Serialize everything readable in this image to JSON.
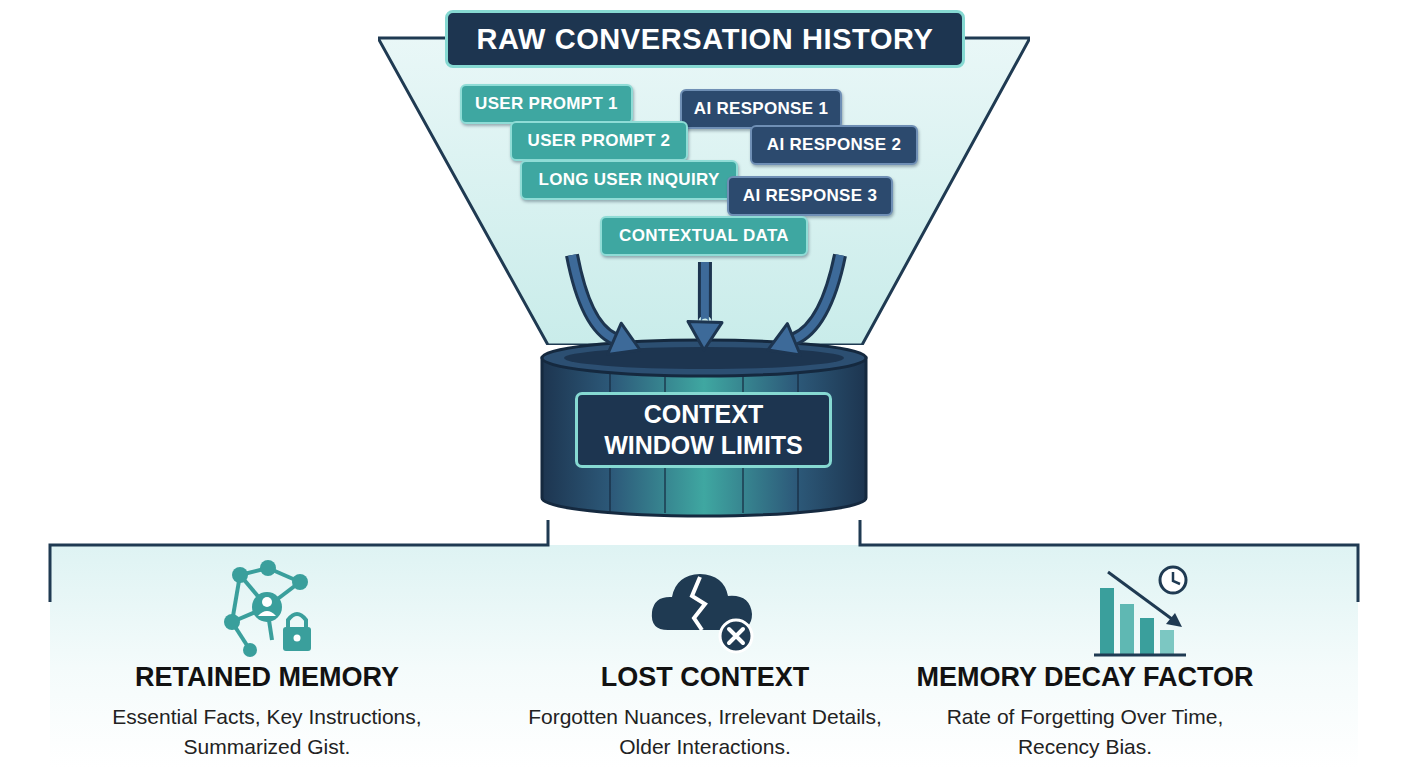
{
  "diagram": {
    "nodes": [
      {
        "text": [
          "RAW CONVERSATION HISTORY"
        ]
      },
      {
        "text": [
          "USER PROMPT 1"
        ],
        "in": 0
      },
      {
        "text": [
          "AI RESPONSE 1"
        ],
        "in": 0
      },
      {
        "text": [
          "USER PROMPT 2"
        ],
        "in": 0
      },
      {
        "text": [
          "AI RESPONSE 2"
        ],
        "in": 0
      },
      {
        "text": [
          "LONG USER INQUIRY"
        ],
        "in": 0
      },
      {
        "text": [
          "AI RESPONSE 3"
        ],
        "in": 0
      },
      {
        "text": [
          "CONTEXTUAL DATA"
        ],
        "in": 0
      },
      {
        "text": [
          "CONTEXT WINDOW LIMITS"
        ]
      },
      {
        "text": [
          "RETAINED MEMORY",
          "Essential Facts, Key Instructions, Summarized Gist."
        ]
      },
      {
        "text": [
          "LOST CONTEXT",
          "Forgotten Nuances, Irrelevant Details, Older Interactions."
        ]
      },
      {
        "text": [
          "MEMORY DECAY FACTOR",
          "Rate of Forgetting Over Time, Recency Bias."
        ]
      }
    ],
    "edges": [
      {
        "from": 0,
        "to": 8,
        "arrow": "to"
      },
      {
        "from": 0,
        "to": 8,
        "arrow": "to"
      },
      {
        "from": 0,
        "to": 8,
        "arrow": "to"
      }
    ]
  }
}
